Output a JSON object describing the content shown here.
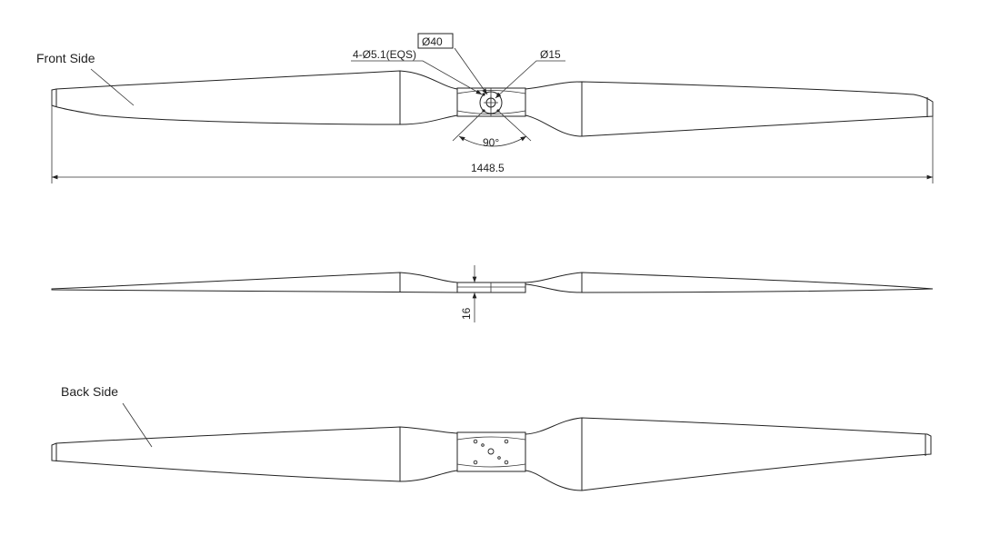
{
  "views": {
    "front": {
      "label": "Front Side"
    },
    "back": {
      "label": "Back Side"
    }
  },
  "dimensions": {
    "overall_length": "1448.5",
    "hub_diameter": "Ø40",
    "bolt_holes": "4-Ø5.1(EQS)",
    "center_hole": "Ø15",
    "hole_angle": "90°",
    "hub_thickness": "16"
  }
}
